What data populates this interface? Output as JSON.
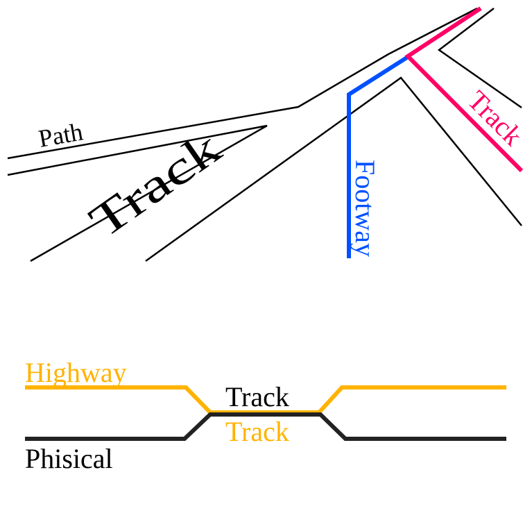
{
  "top_diagram": {
    "labels": {
      "path": "Path",
      "track_main": "Track",
      "footway": "Footway",
      "track_branch": "Track"
    },
    "colors": {
      "outline": "#000000",
      "footway": "#0050ff",
      "track_branch": "#ff0066"
    }
  },
  "bottom_diagram": {
    "labels": {
      "highway": "Highway",
      "track_top": "Track",
      "track_bottom": "Track",
      "physical": "Phisical"
    },
    "colors": {
      "highway": "#ffb300",
      "physical": "#222222",
      "text_dark": "#000000"
    }
  }
}
